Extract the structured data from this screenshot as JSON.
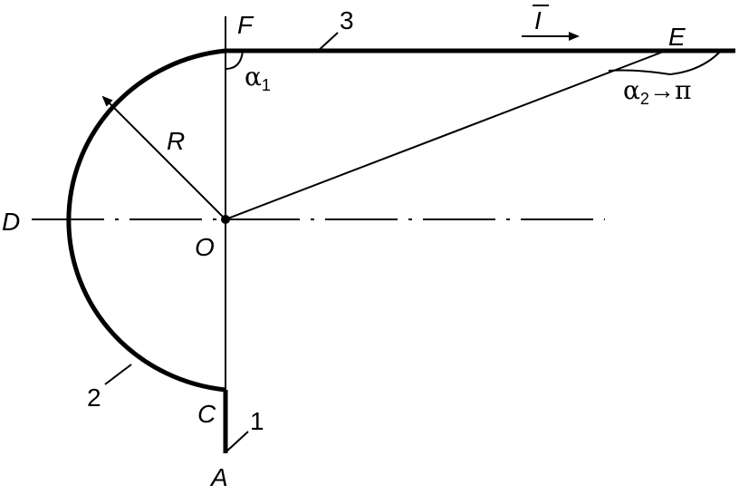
{
  "labels": {
    "F": "F",
    "E": "E",
    "D": "D",
    "O": "O",
    "C": "C",
    "A": "A",
    "R": "R",
    "current": "I",
    "one": "1",
    "two": "2",
    "three": "3"
  },
  "angles": {
    "alpha1_symbol": "α",
    "alpha1_subscript": "1",
    "alpha2_symbol": "α",
    "alpha2_subscript": "2",
    "alpha2_arrow": "→",
    "alpha2_limit": "π"
  },
  "colors": {
    "ink": "#000000",
    "background": "#ffffff"
  }
}
